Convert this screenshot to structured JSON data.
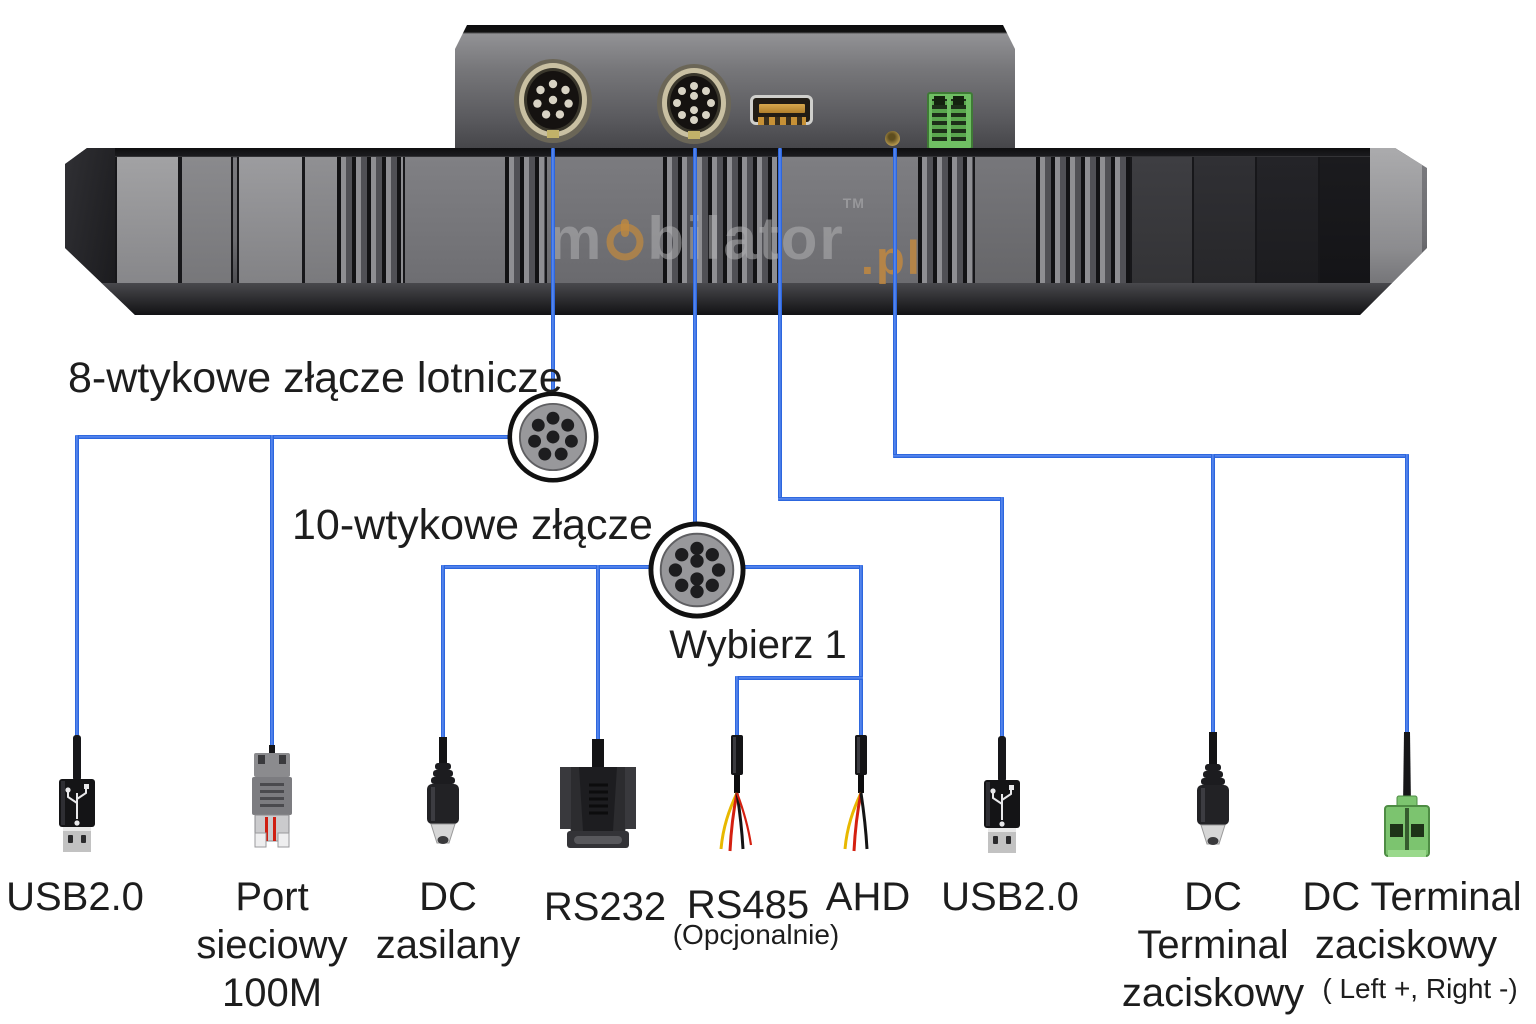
{
  "watermark": {
    "prefix": "m",
    "suffix": "bilator",
    "tm": "TM",
    "tld": ".pl"
  },
  "annotations": {
    "aviation_8pin": {
      "label": "8-wtykowe złącze lotnicze",
      "pins": 8
    },
    "aviation_10pin": {
      "label": "10-wtykowe złącze",
      "pins": 10
    },
    "choose_one": "Wybierz 1"
  },
  "cables": {
    "usb_left": {
      "label": "USB2.0"
    },
    "ethernet": {
      "line1": "Port",
      "line2": "sieciowy",
      "line3": "100M"
    },
    "dc_power": {
      "line1": "DC",
      "line2": "zasilany"
    },
    "rs232": {
      "label": "RS232"
    },
    "rs485": {
      "label": "RS485",
      "note": "(Opcjonalnie)"
    },
    "ahd": {
      "label": "AHD"
    },
    "usb_right": {
      "label": "USB2.0"
    },
    "dc_terminal": {
      "line1": "DC",
      "line2": "Terminal",
      "line3": "zaciskowy"
    },
    "dc_terminal_green": {
      "line1": "DC Terminal",
      "line2": "zaciskowy",
      "note": "( Left +, Right -)"
    }
  },
  "icons": {
    "aviation_8pin_icon": "round 8-hole aviation plug face",
    "aviation_10pin_icon": "round 10-hole aviation plug face",
    "power_icon": "power symbol in watermark"
  },
  "colors": {
    "line_blue": "#2b6ae6",
    "watermark_orange": "#c0893e",
    "terminal_green": "#6fbf63",
    "usb_contact_orange": "#c79136"
  }
}
